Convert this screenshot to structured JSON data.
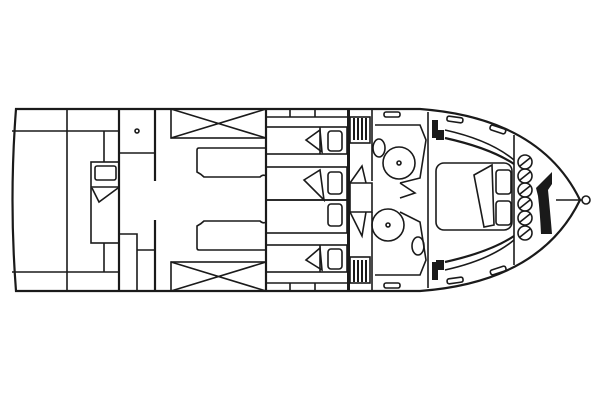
{
  "diagram": {
    "type": "boat-deck-plan",
    "line_color": "#1a1a1a",
    "background_color": "#ffffff",
    "areas": [
      "cockpit",
      "salon",
      "guest-cabins",
      "heads",
      "forward-cabin",
      "anchor-locker"
    ]
  }
}
